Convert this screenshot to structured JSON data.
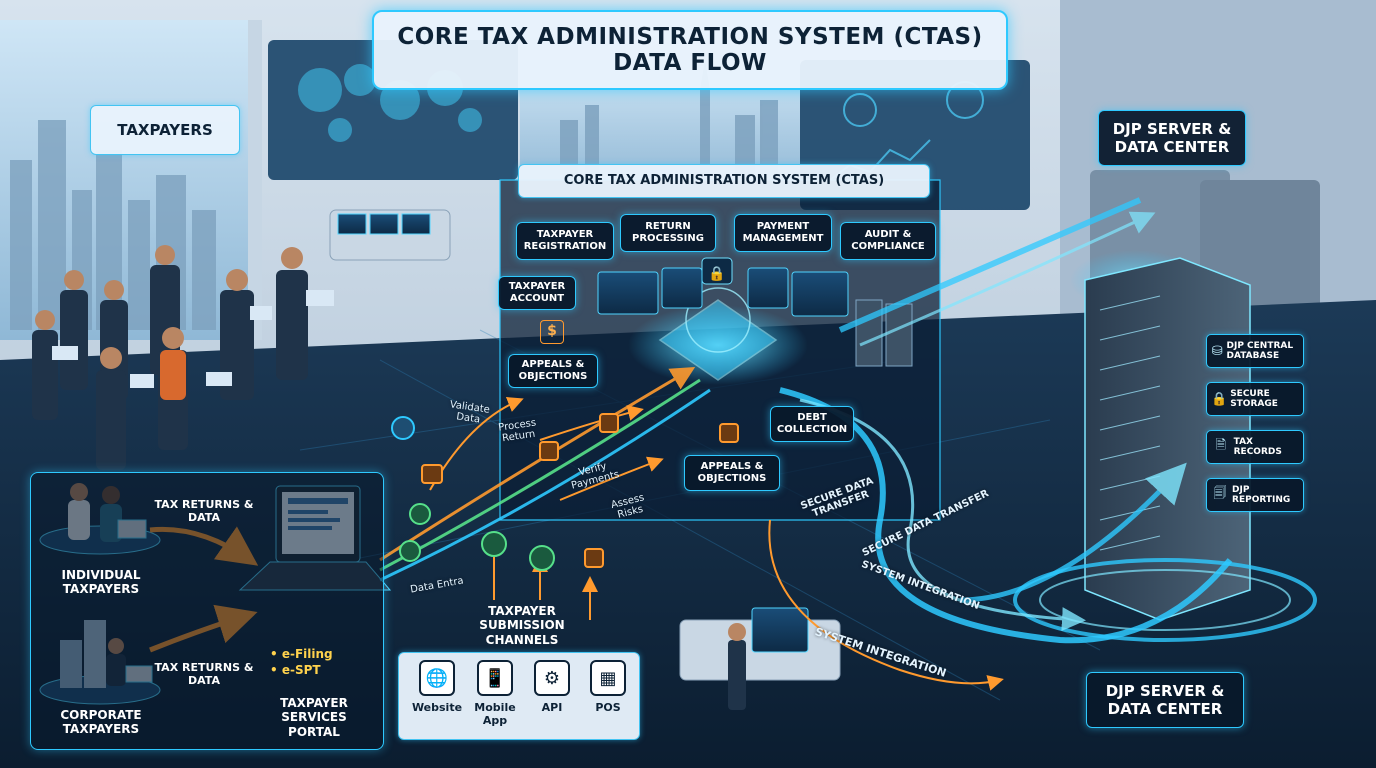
{
  "title": {
    "line1": "CORE TAX ADMINISTRATION SYSTEM (CTAS)",
    "line2": "DATA FLOW"
  },
  "taxpayers": {
    "heading": "TAXPAYERS",
    "individual": "INDIVIDUAL TAXPAYERS",
    "corporate": "CORPORATE TAXPAYERS",
    "flow_label_top": "TAX RETURNS & DATA",
    "flow_label_bottom": "TAX RETURNS & DATA"
  },
  "portal": {
    "efiling": "• e-Filing",
    "espt": "• e-SPT",
    "label": "TAXPAYER SERVICES PORTAL"
  },
  "ctas": {
    "heading": "CORE TAX ADMINISTRATION SYSTEM (CTAS)",
    "modules": {
      "taxpayer_registration": "TAXPAYER REGISTRATION",
      "return_processing": "RETURN PROCESSING",
      "payment_management": "PAYMENT MANAGEMENT",
      "audit_compliance": "AUDIT & COMPLIANCE",
      "taxpayer_account": "TAXPAYER ACCOUNT",
      "appeals_objections_left": "APPEALS & OBJECTIONS",
      "debt_collection": "DEBT COLLECTION",
      "appeals_objections_center": "APPEALS & OBJECTIONS"
    }
  },
  "flow_labels": {
    "validate_data": "Validate Data",
    "process_return": "Process Return",
    "verify_payments": "Verify Payments",
    "assess_risks": "Assess Risks",
    "data_entry": "Data Entra",
    "secure_transfer_1": "SECURE DATA TRANSFER",
    "secure_transfer_2": "SECURE DATA TRANSFER",
    "system_integration_1": "SYSTEM INTEGRATION",
    "system_integration_2": "SYSTEM INTEGRATION"
  },
  "channels": {
    "heading": "TAXPAYER SUBMISSION CHANNELS",
    "items": [
      {
        "label": "Website",
        "icon": "globe-icon",
        "glyph": "🌐"
      },
      {
        "label": "Mobile App",
        "icon": "phone-icon",
        "glyph": "📱"
      },
      {
        "label": "API",
        "icon": "gear-icon",
        "glyph": "⚙"
      },
      {
        "label": "POS",
        "icon": "register-icon",
        "glyph": "▦"
      }
    ]
  },
  "data_center": {
    "heading_top": "DJP SERVER & DATA CENTER",
    "heading_bottom": "DJP SERVER & DATA CENTER",
    "items": [
      {
        "label": "DJP CENTRAL DATABASE",
        "icon": "database-icon",
        "glyph": "⛁"
      },
      {
        "label": "SECURE STORAGE",
        "icon": "lock-icon",
        "glyph": "🔒"
      },
      {
        "label": "TAX RECORDS",
        "icon": "document-icon",
        "glyph": "🗎"
      },
      {
        "label": "DJP REPORTING",
        "icon": "report-icon",
        "glyph": "🗐"
      }
    ]
  },
  "colors": {
    "accent": "#2ec9ff",
    "flow_orange": "#ff9a2e",
    "flow_green": "#56e08a",
    "panel_dark": "#08182a",
    "panel_light": "#e8f2fc"
  }
}
